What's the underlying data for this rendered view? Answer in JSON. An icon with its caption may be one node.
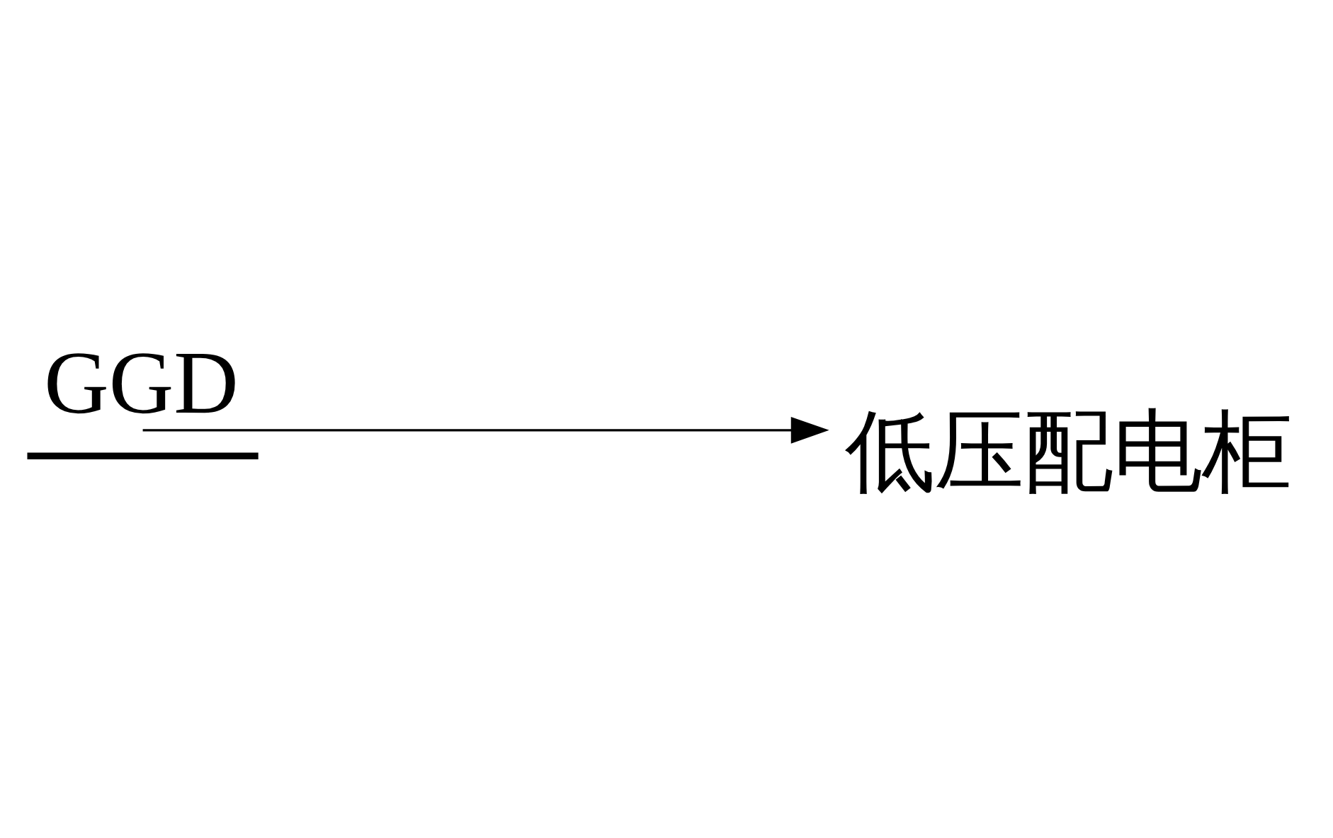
{
  "diagram": {
    "nodes": [
      {
        "text": [
          "GGD"
        ]
      },
      {
        "text": [
          "低压配电柜"
        ]
      }
    ],
    "edges": [
      {
        "from": 0,
        "to": 1,
        "arrow": "to"
      }
    ]
  }
}
